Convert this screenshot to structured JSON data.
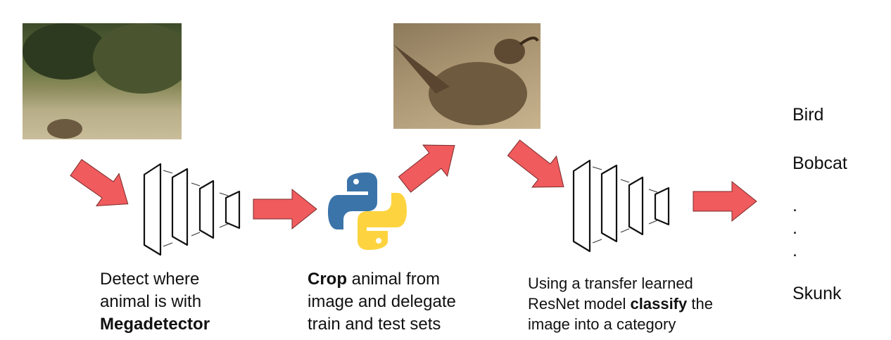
{
  "steps": [
    {
      "lines": [
        "Detect where",
        "animal is with"
      ],
      "bold": "Megadetector"
    },
    {
      "bold": "Crop",
      "rest": " animal from",
      "lines": [
        "image and delegate",
        "train and test sets"
      ]
    },
    {
      "line1": "Using a transfer learned",
      "pre": "ResNet model ",
      "bold": "classify",
      "post": " the",
      "line3": "image into a category"
    }
  ],
  "categories": [
    "Bird",
    "Bobcat",
    ".",
    ".",
    ".",
    "Skunk"
  ],
  "colors": {
    "arrow": "#f05b5d",
    "python_blue": "#3b74a9",
    "python_yellow": "#fdd43f"
  }
}
